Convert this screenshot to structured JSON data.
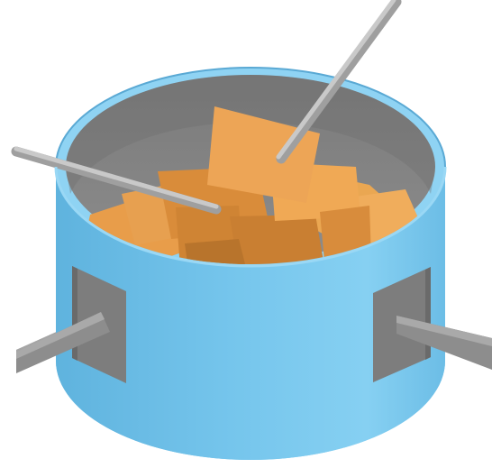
{
  "figure": {
    "components": [
      {
        "id": "vessel",
        "kind": "cylindrical container",
        "color": "#6ec2ea"
      },
      {
        "id": "interior",
        "kind": "vessel interior",
        "color": "#7b7b7b"
      },
      {
        "id": "contents",
        "kind": "pile of flat pieces",
        "color": "#e8a04c"
      },
      {
        "id": "rod-upper-right",
        "kind": "rod inserted from top-right",
        "color": "#b4b4b4"
      },
      {
        "id": "rod-upper-left",
        "kind": "rod inserted from left",
        "color": "#b4b4b4"
      },
      {
        "id": "port-left",
        "kind": "side port with shaft",
        "color": "#8a8a8a"
      },
      {
        "id": "port-right",
        "kind": "side port with shaft",
        "color": "#8a8a8a"
      }
    ]
  }
}
